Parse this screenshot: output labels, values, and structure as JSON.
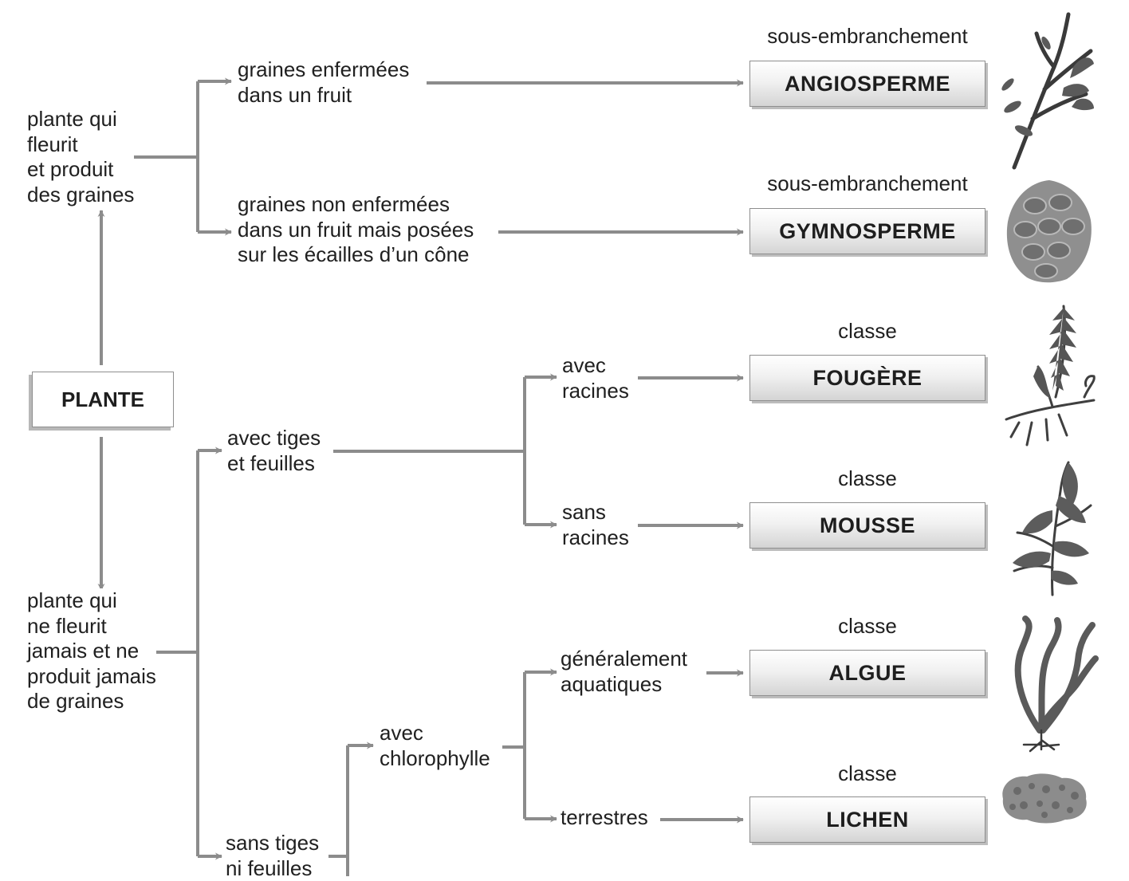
{
  "root": {
    "label": "PLANTE"
  },
  "branches": {
    "flowering": "plante qui\nfleurit\net produit\ndes graines",
    "non_flowering": "plante qui\nne fleurit\njamais et ne\nproduit jamais\nde graines"
  },
  "criteria": {
    "seeds_in_fruit": "graines enfermées\ndans un fruit",
    "seeds_on_cone": "graines non enfermées\ndans un fruit mais posées\nsur les écailles d’un cône",
    "stems_leaves": "avec tiges\net feuilles",
    "no_stems_leaves": "sans tiges\nni feuilles",
    "with_roots": "avec\nracines",
    "without_roots": "sans\nracines",
    "chlorophyll": "avec\nchlorophylle",
    "aquatic": "généralement\naquatiques",
    "terrestrial": "terrestres"
  },
  "groups": [
    {
      "rank": "sous-embranchement",
      "name": "ANGIOSPERME",
      "icon": "flowering-branch-icon"
    },
    {
      "rank": "sous-embranchement",
      "name": "GYMNOSPERME",
      "icon": "pine-cone-icon"
    },
    {
      "rank": "classe",
      "name": "FOUGÈRE",
      "icon": "fern-icon"
    },
    {
      "rank": "classe",
      "name": "MOUSSE",
      "icon": "moss-icon"
    },
    {
      "rank": "classe",
      "name": "ALGUE",
      "icon": "seaweed-icon"
    },
    {
      "rank": "classe",
      "name": "LICHEN",
      "icon": "lichen-icon"
    }
  ],
  "colors": {
    "line": "#8c8c8c",
    "text": "#202020",
    "box_border": "#8e8e8e"
  }
}
